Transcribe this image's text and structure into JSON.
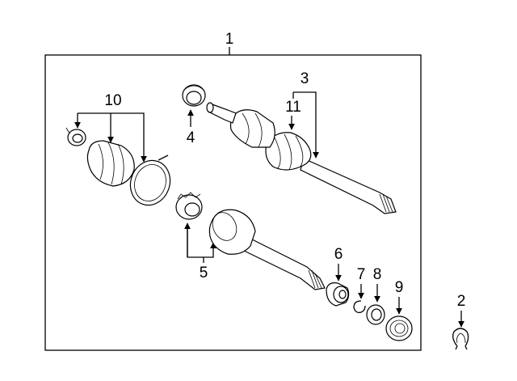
{
  "diagram": {
    "callouts": {
      "c1": "1",
      "c2": "2",
      "c3": "3",
      "c4": "4",
      "c5": "5",
      "c6": "6",
      "c7": "7",
      "c8": "8",
      "c9": "9",
      "c10": "10",
      "c11": "11"
    }
  }
}
